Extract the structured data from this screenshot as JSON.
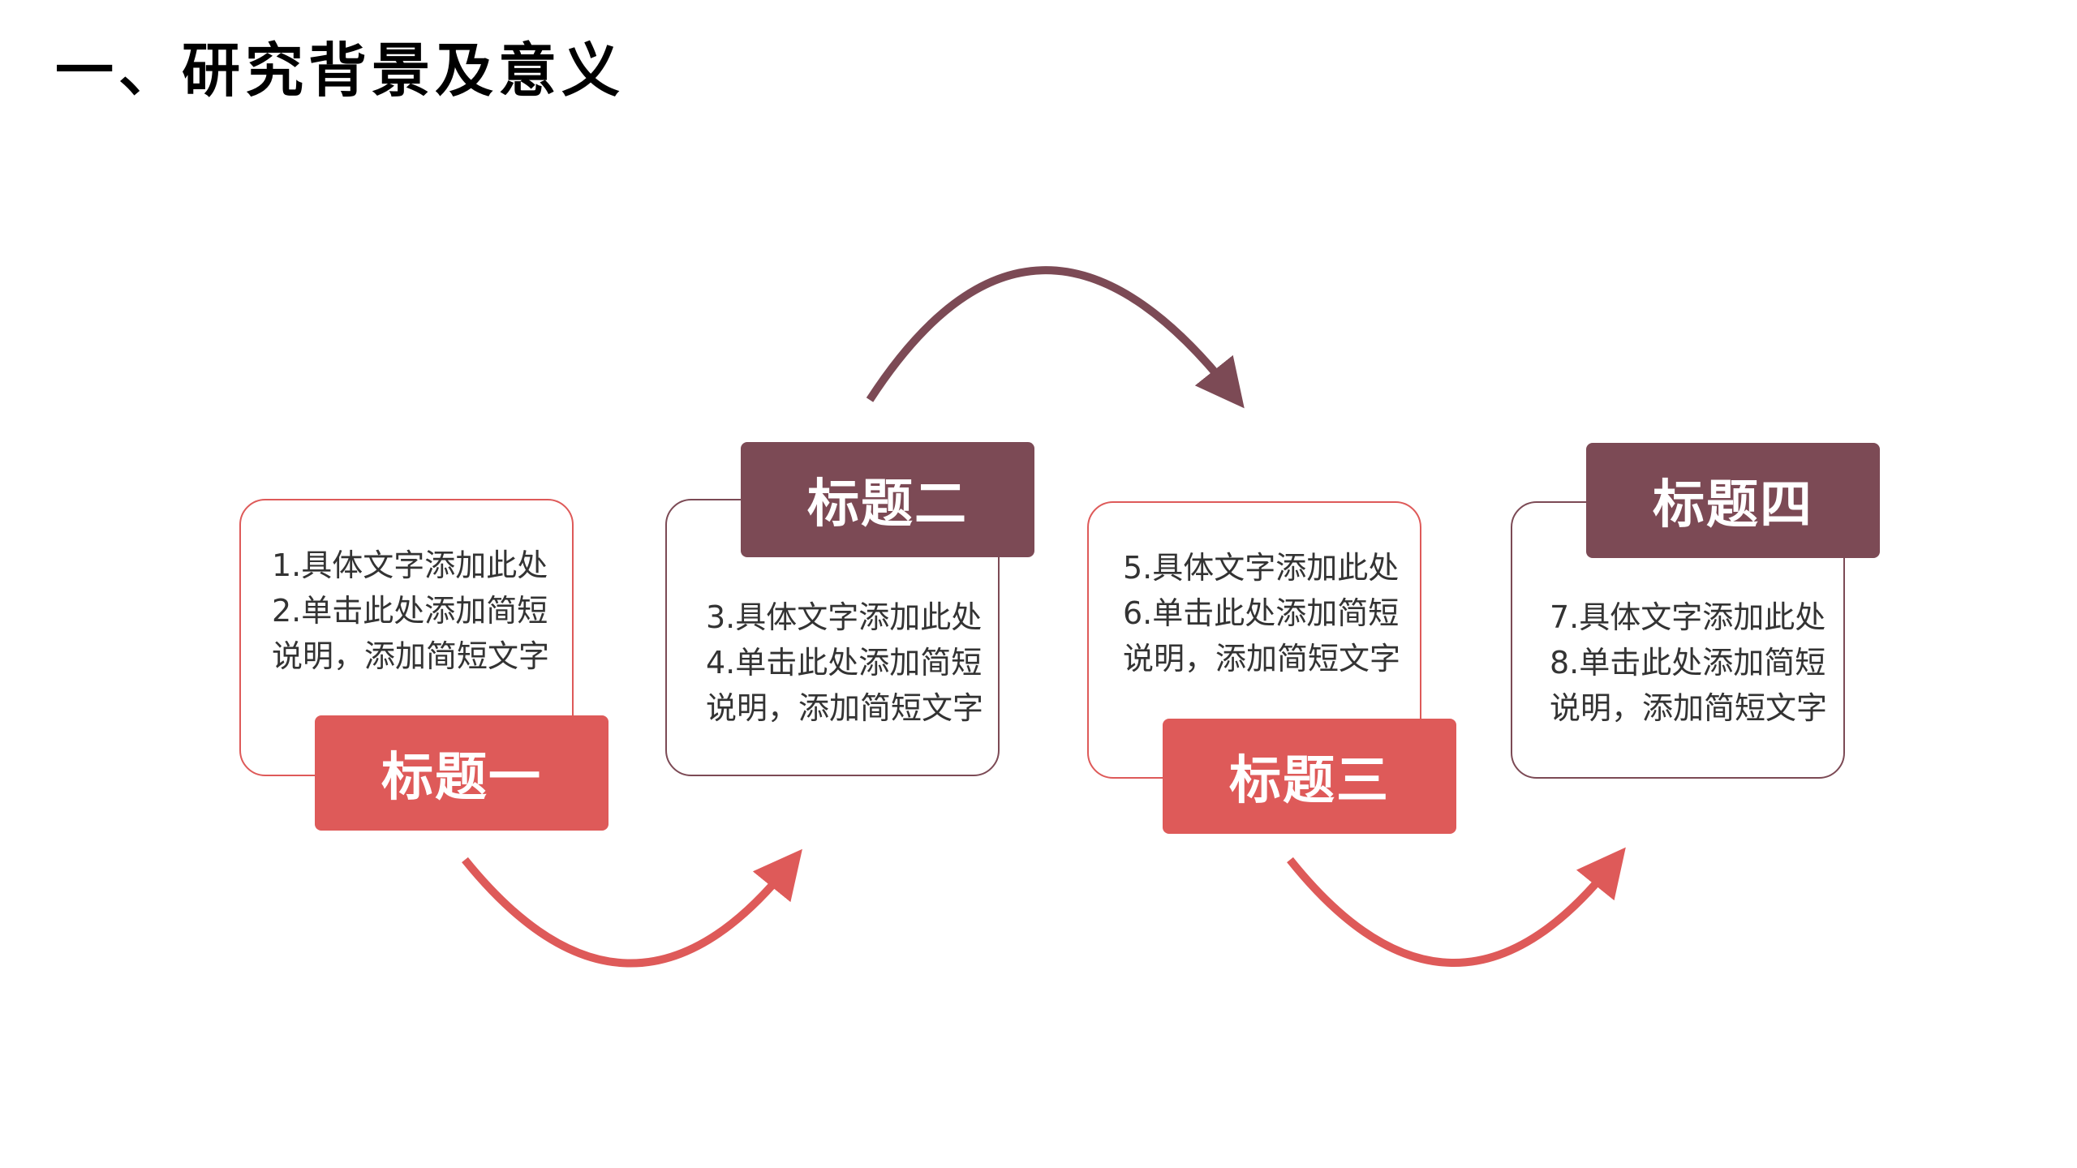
{
  "slide": {
    "title": "一、研究背景及意义"
  },
  "colors": {
    "red": "#de5a59",
    "dark": "#7c4a55"
  },
  "steps": [
    {
      "title": "标题一",
      "lines": [
        "1.具体文字添加此处",
        "2.单击此处添加简短",
        "说明，添加简短文字"
      ]
    },
    {
      "title": "标题二",
      "lines": [
        "3.具体文字添加此处",
        "4.单击此处添加简短",
        "说明，添加简短文字"
      ]
    },
    {
      "title": "标题三",
      "lines": [
        "5.具体文字添加此处",
        "6.单击此处添加简短",
        "说明，添加简短文字"
      ]
    },
    {
      "title": "标题四",
      "lines": [
        "7.具体文字添加此处",
        "8.单击此处添加简短",
        "说明，添加简短文字"
      ]
    }
  ]
}
